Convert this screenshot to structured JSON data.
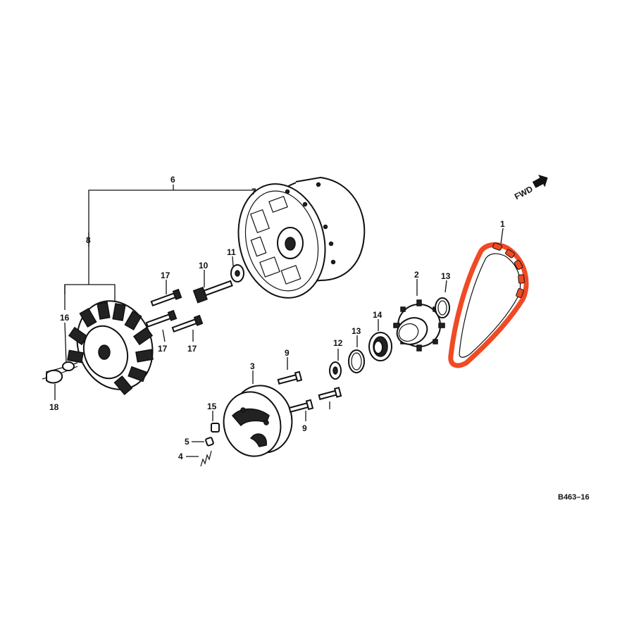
{
  "labels": {
    "p1": "1",
    "p2": "2",
    "p3": "3",
    "p4": "4",
    "p5": "5",
    "p6": "6",
    "p7": "7",
    "p8": "8",
    "p9a": "9",
    "p9b": "9",
    "p10": "10",
    "p11": "11",
    "p12": "12",
    "p13a": "13",
    "p13b": "13",
    "p14": "14",
    "p15": "15",
    "p16": "16",
    "p17a": "17",
    "p17b": "17",
    "p17c": "17",
    "p18": "18"
  },
  "fwd_label": "FWD",
  "diagram_code": "B463–16",
  "colors": {
    "highlight": "#f04a24",
    "line": "#111111",
    "background": "#ffffff"
  }
}
